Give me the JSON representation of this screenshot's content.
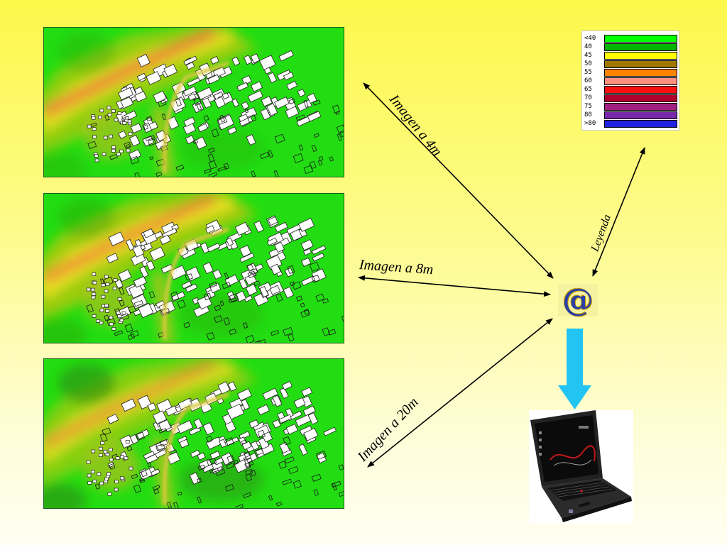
{
  "labels": {
    "image_4m": "Imagen a 4m",
    "image_8m": "Imagen a 8m",
    "image_20m": "Imagen a 20m",
    "legend": "Leyenda"
  },
  "legend": {
    "entries": [
      {
        "label": "<40",
        "color": "#00ff00"
      },
      {
        "label": "40",
        "color": "#00b400"
      },
      {
        "label": "45",
        "color": "#ffff00"
      },
      {
        "label": "50",
        "color": "#a07800"
      },
      {
        "label": "55",
        "color": "#ff8200"
      },
      {
        "label": "60",
        "color": "#ff9080"
      },
      {
        "label": "65",
        "color": "#ff1010"
      },
      {
        "label": "70",
        "color": "#b00030"
      },
      {
        "label": "75",
        "color": "#a02080"
      },
      {
        "label": "80",
        "color": "#7828a8"
      },
      {
        "label": ">80",
        "color": "#2020e0"
      }
    ]
  },
  "icons": {
    "at": "@",
    "download_arrow": "down-arrow-icon",
    "device": "laptop-icon"
  },
  "colors": {
    "background_top": "#fdf84a",
    "background_bottom": "#fffef2",
    "arrow_down": "#22c4f4",
    "map_base": "#22dd11"
  }
}
